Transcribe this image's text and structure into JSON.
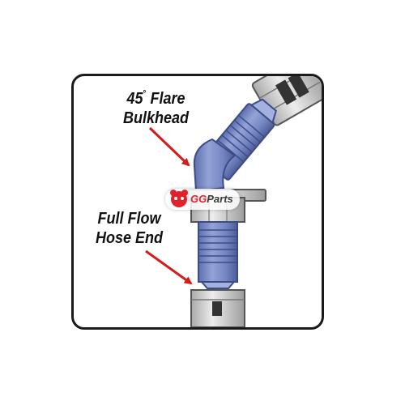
{
  "labels": {
    "top": {
      "line1_prefix": "45",
      "line1_degree": "°",
      "line1_suffix": " Flare",
      "line2": "Bulkhead"
    },
    "bottom": {
      "line1": "Full Flow",
      "line2": "Hose End"
    }
  },
  "watermark": {
    "brand_red": "GG",
    "brand_dark": "Parts"
  },
  "colors": {
    "fitting_blue": "#7d8fc8",
    "fitting_blue_dark": "#4f5f9c",
    "hex_silver": "#d6d6d6",
    "arrow_red": "#d31c1c",
    "frame": "#1a1a1a"
  }
}
